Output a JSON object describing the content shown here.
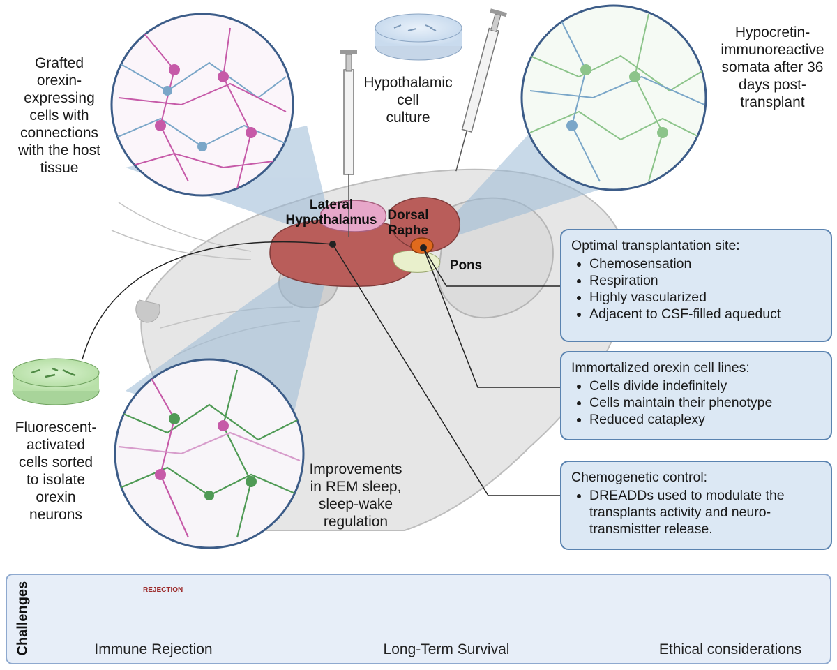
{
  "labels": {
    "grafted": [
      "Grafted",
      "orexin-",
      "expressing",
      "cells with",
      "connections",
      "with the host",
      "tissue"
    ],
    "hypothalamic_culture": [
      "Hypothalamic",
      "cell",
      "culture"
    ],
    "hypocretin": [
      "Hypocretin-",
      "immunoreactive",
      "somata after 36",
      "days post-",
      "transplant"
    ],
    "lateral_hypothalamus": [
      "Lateral",
      "Hypothalamus"
    ],
    "dorsal_raphe": [
      "Dorsal",
      "Raphe"
    ],
    "pons": "Pons",
    "facs": [
      "Fluorescent-",
      "activated",
      "cells sorted",
      "to isolate",
      "orexin",
      "neurons"
    ],
    "improvements": [
      "Improvements",
      "in REM sleep,",
      "sleep-wake",
      "regulation"
    ]
  },
  "boxes": [
    {
      "title": "Optimal transplantation site:",
      "items": [
        "Chemosensation",
        "Respiration",
        "Highly vascularized",
        "Adjacent to CSF-filled aqueduct"
      ]
    },
    {
      "title": "Immortalized orexin cell lines:",
      "items": [
        "Cells divide indefinitely",
        "Cells maintain their phenotype",
        "Reduced cataplexy"
      ]
    },
    {
      "title": "Chemogenetic control:",
      "items": [
        "DREADDs used to modulate the transplants activity and neuro-transmistter release."
      ]
    }
  ],
  "challenges": {
    "title": "Challenges",
    "rejection_tag": "REJECTION",
    "items": [
      "Immune Rejection",
      "Long-Term Survival",
      "Ethical considerations"
    ]
  },
  "colors": {
    "box_fill": "#dce8f4",
    "box_border": "#5a83b0",
    "magenta_neuron": "#c65aa8",
    "green_neuron": "#4f9a55",
    "blue_neuron": "#7aa6c8",
    "brain": "#b95d5a",
    "dorsal_raphe": "#e06a1d"
  }
}
